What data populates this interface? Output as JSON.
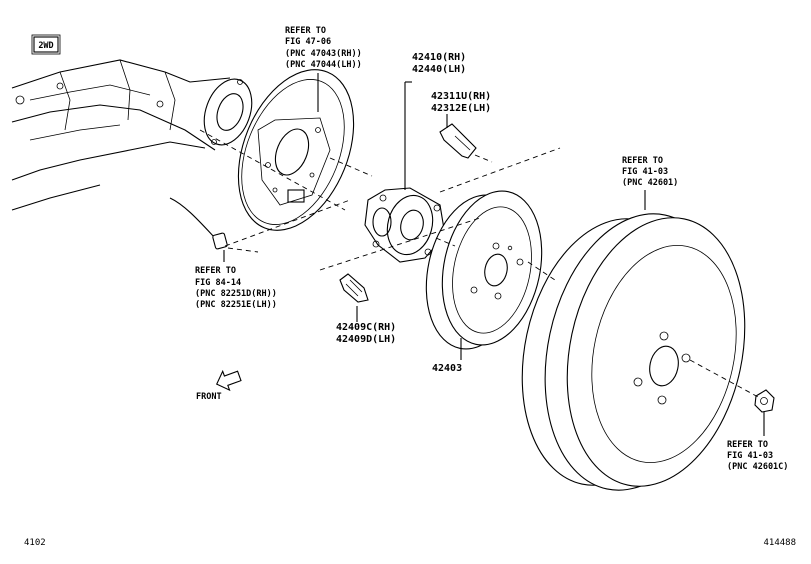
{
  "badge": "2WD",
  "front_label": "FRONT",
  "footer": {
    "left": "4102",
    "right": "414488"
  },
  "callouts": {
    "backing_plate": [
      "REFER TO",
      "FIG 47-06",
      "(PNC 47043(RH))",
      "(PNC 47044(LH))"
    ],
    "speed_sensor": [
      "REFER TO",
      "FIG 84-14",
      "(PNC 82251D(RH))",
      "(PNC 82251E(LH))"
    ],
    "wheel": [
      "REFER TO",
      "FIG 41-03",
      "(PNC 42601)"
    ],
    "wheel_nut": [
      "REFER TO",
      "FIG 41-03",
      "(PNC 42601C)"
    ]
  },
  "parts": {
    "hub_rh": "42410(RH)",
    "hub_lh": "42440(LH)",
    "hub_bolt_rh": "42311U(RH)",
    "hub_bolt_lh": "42312E(LH)",
    "axle_bolt_rh": "42409C(RH)",
    "axle_bolt_lh": "42409D(LH)",
    "drum": "42403"
  }
}
